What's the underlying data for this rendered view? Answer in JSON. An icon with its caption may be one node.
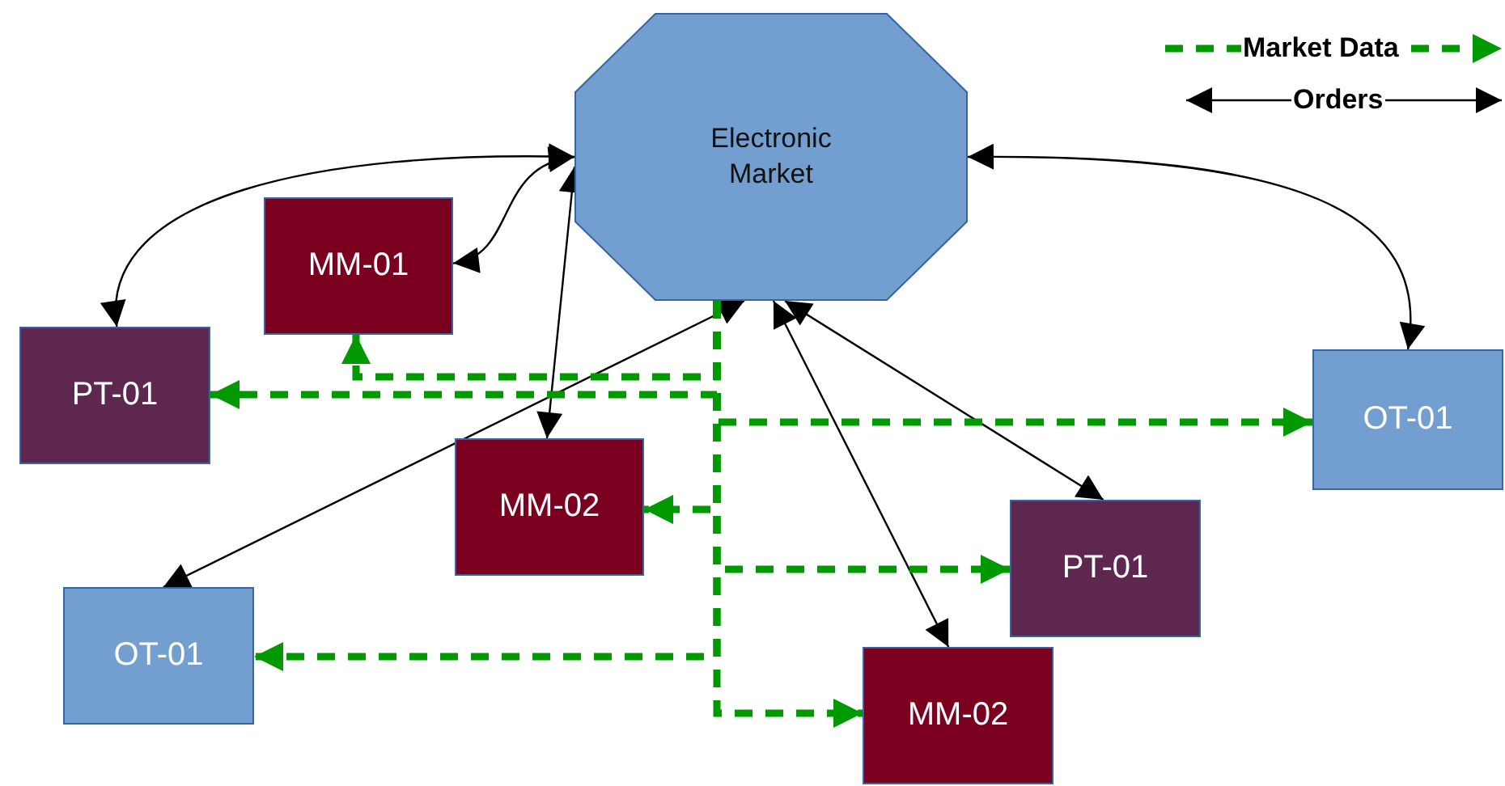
{
  "diagram": {
    "nodes": [
      {
        "text": [
          "Electronic Market"
        ]
      },
      {
        "text": [
          "MM-01"
        ]
      },
      {
        "text": [
          "PT-01"
        ]
      },
      {
        "text": [
          "OT-01"
        ]
      },
      {
        "text": [
          "MM-02"
        ]
      },
      {
        "text": [
          "PT-01"
        ]
      },
      {
        "text": [
          "OT-01"
        ]
      },
      {
        "text": [
          "MM-02"
        ]
      }
    ],
    "edges": [
      {
        "from": 0,
        "to": 2,
        "arrow": "both"
      },
      {
        "from": 0,
        "to": 1,
        "arrow": "both"
      },
      {
        "from": 0,
        "to": 4,
        "arrow": "both"
      },
      {
        "from": 0,
        "to": 3,
        "arrow": "both"
      },
      {
        "from": 0,
        "to": 6,
        "arrow": "both"
      },
      {
        "from": 0,
        "to": 5,
        "arrow": "both"
      },
      {
        "from": 0,
        "to": 7,
        "arrow": "both"
      },
      {
        "from": 0,
        "to": 1,
        "arrow": "to",
        "style": "dashed",
        "color": "#009900"
      },
      {
        "from": 0,
        "to": 2,
        "arrow": "to",
        "style": "dashed",
        "color": "#009900"
      },
      {
        "from": 0,
        "to": 3,
        "arrow": "to",
        "style": "dashed",
        "color": "#009900"
      },
      {
        "from": 0,
        "to": 4,
        "arrow": "to",
        "style": "dashed",
        "color": "#009900"
      },
      {
        "from": 0,
        "to": 5,
        "arrow": "to",
        "style": "dashed",
        "color": "#009900"
      },
      {
        "from": 0,
        "to": 6,
        "arrow": "to",
        "style": "dashed",
        "color": "#009900"
      },
      {
        "from": 0,
        "to": 7,
        "arrow": "to",
        "style": "dashed",
        "color": "#009900"
      }
    ],
    "legend": [
      {
        "text": "Market Data"
      },
      {
        "text": "Orders"
      }
    ]
  }
}
